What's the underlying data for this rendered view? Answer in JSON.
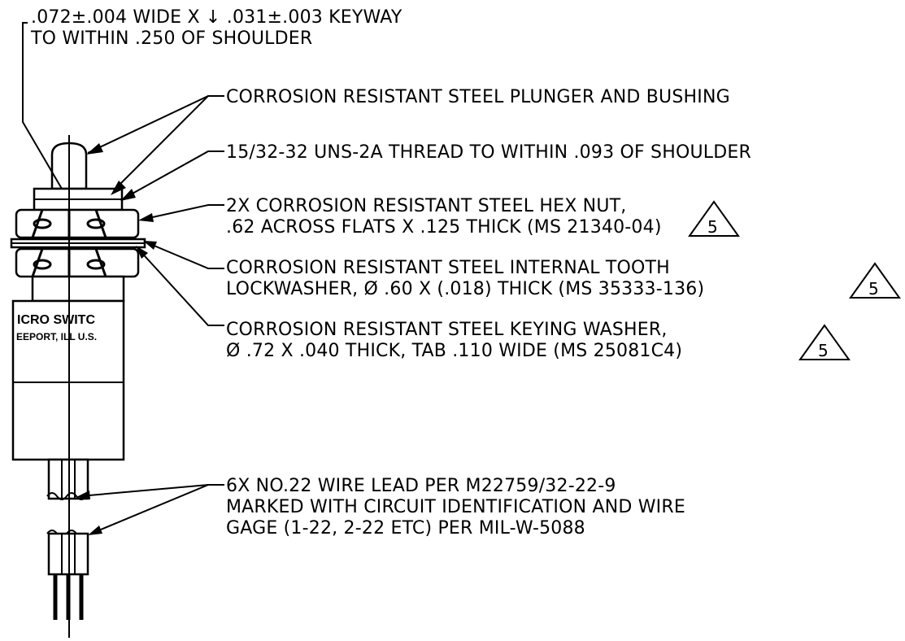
{
  "notes": {
    "keyway_1": ".072±.004 WIDE X ↓ .031±.003 KEYWAY",
    "keyway_2": "TO WITHIN .250 OF SHOULDER",
    "plunger": "CORROSION RESISTANT STEEL PLUNGER AND BUSHING",
    "thread": "15/32-32 UNS-2A THREAD TO WITHIN .093 OF SHOULDER",
    "hexnut_1": "2X CORROSION RESISTANT STEEL HEX NUT,",
    "hexnut_2": ".62 ACROSS FLATS X .125 THICK (MS 21340-04)",
    "lockwasher_1": "CORROSION RESISTANT STEEL INTERNAL TOOTH",
    "lockwasher_2": "LOCKWASHER, Ø .60 X (.018) THICK (MS 35333-136)",
    "keying_1": "CORROSION RESISTANT STEEL KEYING WASHER,",
    "keying_2": "Ø .72 X .040 THICK, TAB .110 WIDE (MS 25081C4)",
    "wire_1": "6X NO.22 WIRE LEAD PER M22759/32-22-9",
    "wire_2": "MARKED WITH CIRCUIT IDENTIFICATION AND WIRE",
    "wire_3": "GAGE (1-22, 2-22 ETC) PER MIL-W-5088"
  },
  "revision_flag": "5",
  "switch_label": {
    "line1": "ICRO SWITC",
    "line2": "EEPORT, ILL U.S."
  }
}
